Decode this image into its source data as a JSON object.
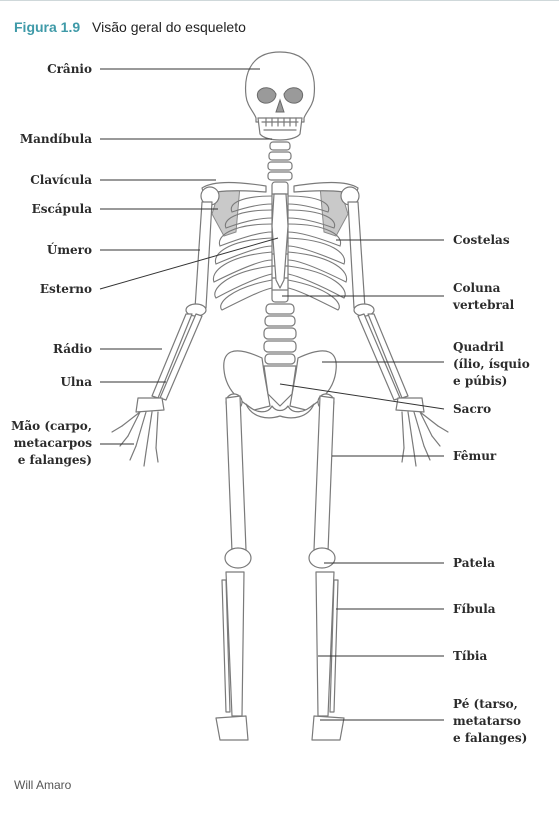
{
  "caption": {
    "number": "Figura 1.9",
    "title": "Visão geral do esqueleto"
  },
  "labels_left": [
    {
      "id": "cranio",
      "text": "Crânio"
    },
    {
      "id": "mandibula",
      "text": "Mandíbula"
    },
    {
      "id": "clavicula",
      "text": "Clavícula"
    },
    {
      "id": "escapula",
      "text": "Escápula"
    },
    {
      "id": "umero",
      "text": "Úmero"
    },
    {
      "id": "esterno",
      "text": "Esterno"
    },
    {
      "id": "radio",
      "text": "Rádio"
    },
    {
      "id": "ulna",
      "text": "Ulna"
    },
    {
      "id": "mao",
      "text": "Mão (carpo,\nmetacarpos\ne falanges)"
    }
  ],
  "labels_right": [
    {
      "id": "costelas",
      "text": "Costelas"
    },
    {
      "id": "coluna",
      "text": "Coluna\nvertebral"
    },
    {
      "id": "quadril",
      "text": "Quadril\n(ílio, ísquio\ne púbis)"
    },
    {
      "id": "sacro",
      "text": "Sacro"
    },
    {
      "id": "femur",
      "text": "Fêmur"
    },
    {
      "id": "patela",
      "text": "Patela"
    },
    {
      "id": "fibula",
      "text": "Fíbula"
    },
    {
      "id": "tibia",
      "text": "Tíbia"
    },
    {
      "id": "pe",
      "text": "Pé (tarso,\nmetatarso\ne falanges)"
    }
  ],
  "credit": "Will Amaro",
  "colors": {
    "accent": "#3f9aa8",
    "bone_fill": "#ffffff",
    "bone_stroke": "#7a7a7a",
    "scapula_shade": "#c8c8c8",
    "leader": "#333333"
  }
}
